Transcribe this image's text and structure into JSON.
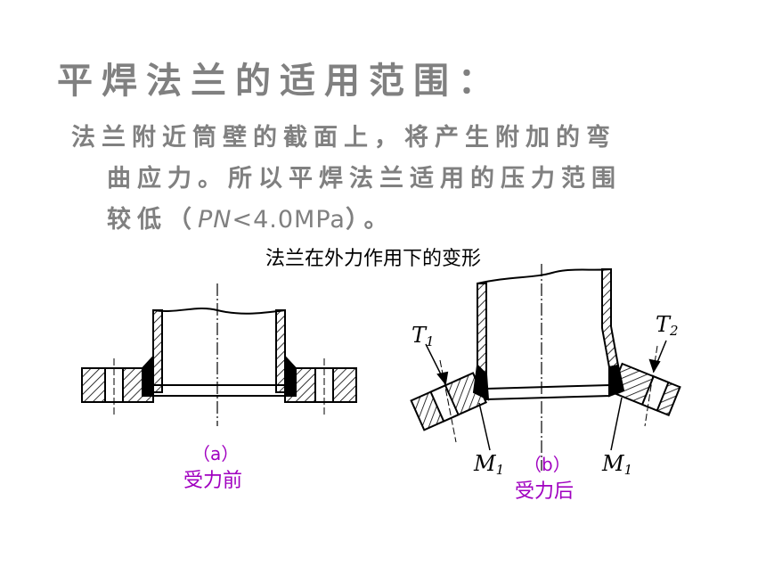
{
  "slide": {
    "title": "平焊法兰的适用范围：",
    "body_line1": "法兰附近筒壁的截面上，将产生附加的弯",
    "body_line2": "曲应力。所以平焊法兰适用的压力范围",
    "body_line3_prefix": "较低（",
    "body_line3_pn": "PN",
    "body_line3_value": "<4.0MPa",
    "body_line3_suffix": "）。"
  },
  "figure": {
    "caption": "法兰在外力作用下的变形",
    "label_a": "（a）",
    "caption_a": "受力前",
    "label_b": "（b）",
    "caption_b": "受力后",
    "t1_var": "T",
    "t1_sub": "1",
    "t2_var": "T",
    "t2_sub": "2",
    "m1_left_var": "M",
    "m1_left_sub": "1",
    "m1_right_var": "M",
    "m1_right_sub": "1",
    "label_color": "#a000c0"
  }
}
